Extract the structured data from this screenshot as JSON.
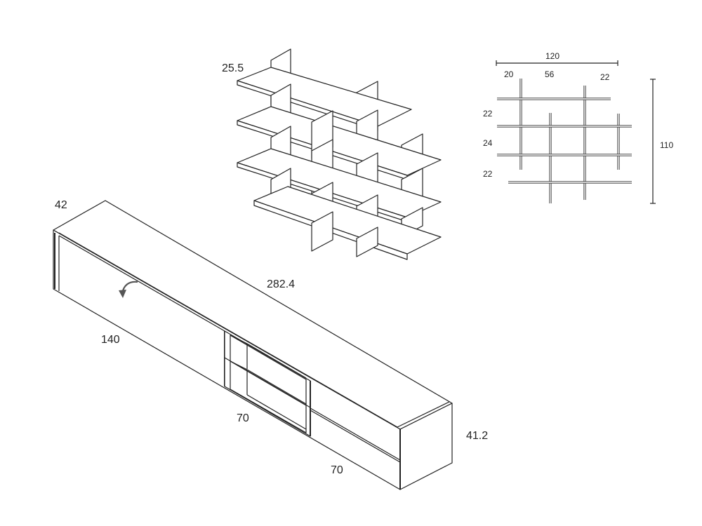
{
  "bookcase_3d": {
    "depth_label": "25.5"
  },
  "bookcase_front": {
    "width_label": "120",
    "top_labels": [
      "20",
      "56",
      "22"
    ],
    "shelf_gap_labels": [
      "22",
      "24",
      "22"
    ],
    "height_label": "110"
  },
  "sideboard": {
    "depth_label": "42",
    "length_label": "282.4",
    "door_width_label": "140",
    "middle_module_label": "70",
    "drawer_module_label": "70",
    "height_label": "41.2"
  },
  "icons": [
    "door-opening-arrow-icon"
  ],
  "colors": {
    "line": "#222222",
    "background": "#ffffff"
  }
}
